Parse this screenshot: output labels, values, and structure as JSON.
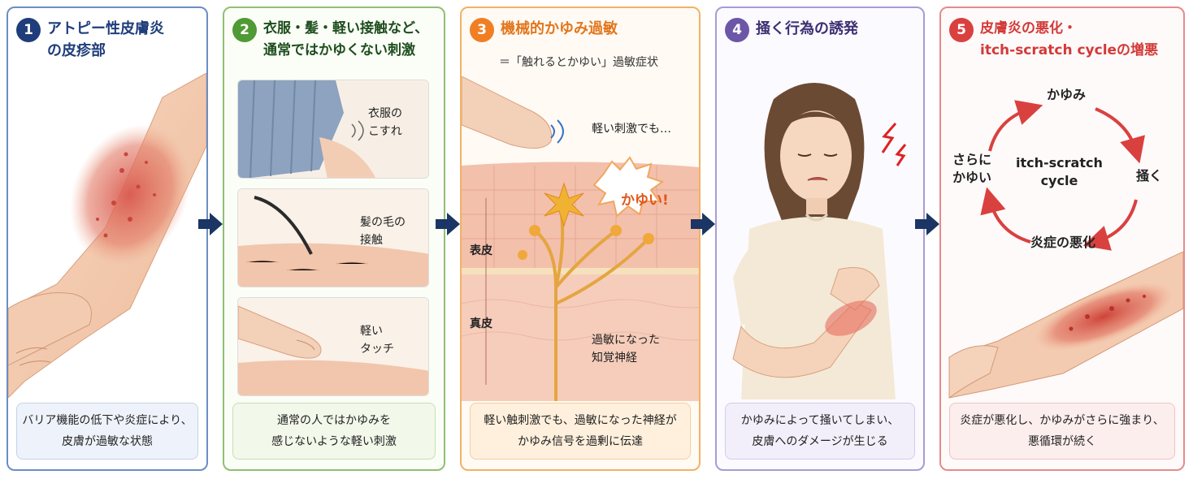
{
  "panels": [
    {
      "num": "1",
      "title": "アトピー性皮膚炎\nの皮疹部",
      "caption": "バリア機能の低下や炎症により、\n皮膚が過敏な状態"
    },
    {
      "num": "2",
      "title": "衣服・髪・軽い接触など、\n通常ではかゆくない刺激",
      "subpanels": [
        "衣服の\nこすれ",
        "髪の毛の\n接触",
        "軽い\nタッチ"
      ],
      "caption": "通常の人ではかゆみを\n感じないような軽い刺激"
    },
    {
      "num": "3",
      "title": "機械的かゆみ過敏",
      "subtitle": "＝「触れるとかゆい」過敏症状",
      "labels": {
        "stimulus": "軽い刺激でも…",
        "itchy": "かゆい!",
        "epidermis": "表皮",
        "dermis": "真皮",
        "nerve": "過敏になった\n知覚神経"
      },
      "caption": "軽い触刺激でも、過敏になった神経が\nかゆみ信号を過剰に伝達"
    },
    {
      "num": "4",
      "title": "掻く行為の誘発",
      "caption": "かゆみによって掻いてしまい、\n皮膚へのダメージが生じる"
    },
    {
      "num": "5",
      "title": "皮膚炎の悪化・\nitch-scratch cycleの増悪",
      "cycle": {
        "top": "かゆみ",
        "right": "掻く",
        "bottom": "炎症の悪化",
        "left": "さらに\nかゆい",
        "center": "itch-scratch\ncycle"
      },
      "caption": "炎症が悪化し、かゆみがさらに強まり、\n悪循環が続く"
    }
  ],
  "colors": {
    "navy": "#1f3d7a",
    "green": "#4f9a34",
    "orange": "#f07f24",
    "purple": "#6c56a8",
    "red": "#d9413f",
    "arrow": "#1b3564"
  }
}
